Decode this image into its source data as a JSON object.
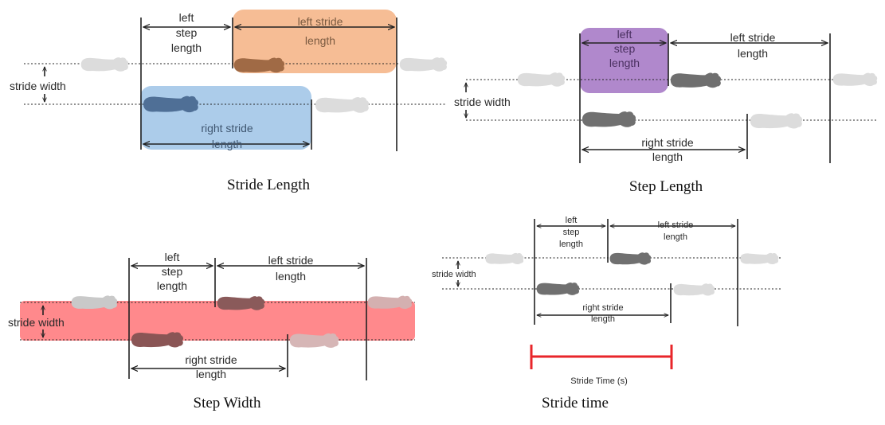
{
  "panels": [
    {
      "caption": "Stride Length",
      "labels": {
        "left_step": [
          "left",
          "step",
          "length"
        ],
        "left_stride": [
          "left stride",
          "length"
        ],
        "right_stride": [
          "right stride",
          "length"
        ],
        "stride_width": "stride width"
      },
      "highlight": "stride-length",
      "colors": {
        "left": "#f4b183",
        "right": "#9dc3e6"
      }
    },
    {
      "caption": "Step Length",
      "labels": {
        "left_step": [
          "left",
          "step",
          "length"
        ],
        "left_stride": [
          "left stride",
          "length"
        ],
        "right_stride": [
          "right stride",
          "length"
        ],
        "stride_width": "stride width"
      },
      "highlight": "step-length",
      "colors": {
        "step": "#a77bc7"
      }
    },
    {
      "caption": "Step Width",
      "labels": {
        "left_step": [
          "left",
          "step",
          "length"
        ],
        "left_stride": [
          "left stride",
          "length"
        ],
        "right_stride": [
          "right stride",
          "length"
        ],
        "stride_width": "stride width"
      },
      "highlight": "step-width",
      "colors": {
        "width": "#ff7c80"
      }
    },
    {
      "caption": "Stride time",
      "labels": {
        "left_step": [
          "left",
          "step",
          "length"
        ],
        "left_stride": [
          "left stride",
          "length"
        ],
        "right_stride": [
          "right stride",
          "length"
        ],
        "stride_width": "stride width"
      },
      "highlight": "stride-time",
      "colors": {
        "time": "#e8262a"
      },
      "time_label": "Stride Time (s)"
    }
  ]
}
